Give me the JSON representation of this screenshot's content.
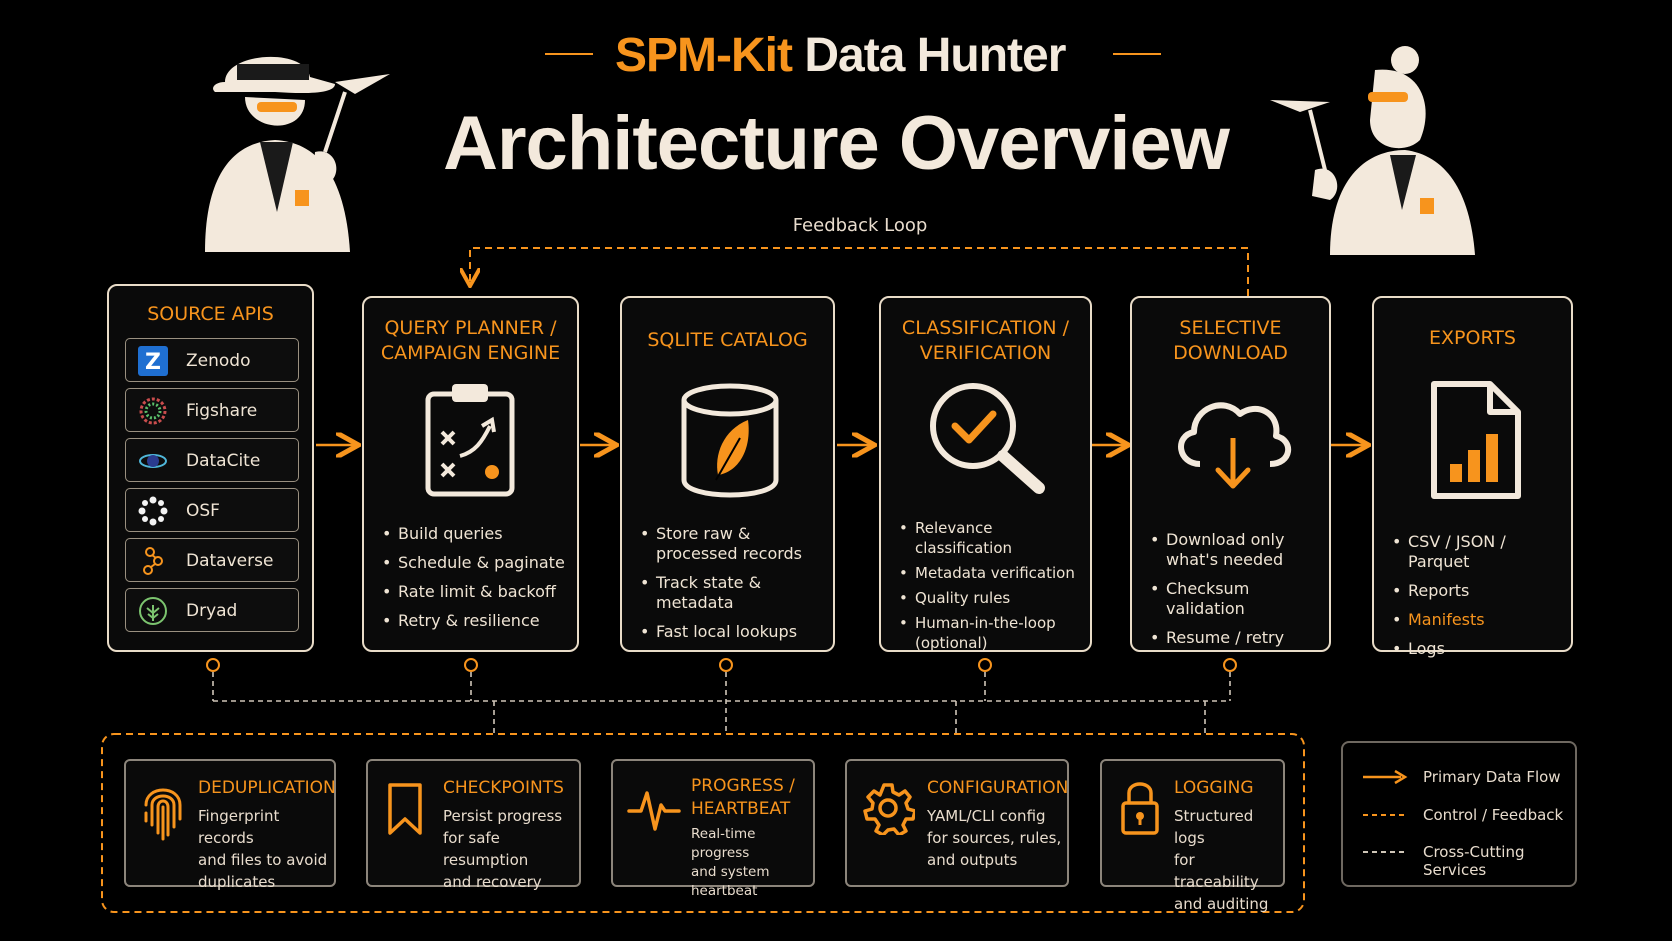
{
  "title": {
    "brand": "SPM-Kit",
    "rest": "Data Hunter",
    "subtitle": "Architecture Overview"
  },
  "feedback_label": "Feedback Loop",
  "source_apis": {
    "title": "SOURCE APIS",
    "items": [
      "Zenodo",
      "Figshare",
      "DataCite",
      "OSF",
      "Dataverse",
      "Dryad"
    ]
  },
  "stages": [
    {
      "title_l1": "QUERY PLANNER /",
      "title_l2": "CAMPAIGN ENGINE",
      "bullets": [
        "Build queries",
        "Schedule & paginate",
        "Rate limit & backoff",
        "Retry & resilience"
      ]
    },
    {
      "title_l1": "SQLITE CATALOG",
      "title_l2": "",
      "bullets": [
        "Store raw & processed records",
        "Track state & metadata",
        "Fast local lookups"
      ]
    },
    {
      "title_l1": "CLASSIFICATION /",
      "title_l2": "VERIFICATION",
      "bullets": [
        "Relevance classification",
        "Metadata verification",
        "Quality rules",
        "Human-in-the-loop (optional)"
      ]
    },
    {
      "title_l1": "SELECTIVE",
      "title_l2": "DOWNLOAD",
      "bullets": [
        "Download only what's needed",
        "Checksum validation",
        "Resume / retry"
      ]
    },
    {
      "title_l1": "EXPORTS",
      "title_l2": "",
      "bullets": [
        "CSV / JSON / Parquet",
        "Reports",
        "Manifests",
        "Logs"
      ]
    }
  ],
  "services": [
    {
      "title_l1": "DEDUPLICATION",
      "title_l2": "",
      "d1": "Fingerprint records",
      "d2": "and files to avoid",
      "d3": "duplicates"
    },
    {
      "title_l1": "CHECKPOINTS",
      "title_l2": "",
      "d1": "Persist progress",
      "d2": "for safe resumption",
      "d3": "and recovery"
    },
    {
      "title_l1": "PROGRESS /",
      "title_l2": "HEARTBEAT",
      "d1": "Real-time progress",
      "d2": "and system",
      "d3": "heartbeat"
    },
    {
      "title_l1": "CONFIGURATION",
      "title_l2": "",
      "d1": "YAML/CLI config",
      "d2": "for sources, rules,",
      "d3": "and outputs"
    },
    {
      "title_l1": "LOGGING",
      "title_l2": "",
      "d1": "Structured logs",
      "d2": "for traceability",
      "d3": "and auditing"
    }
  ],
  "legend": [
    "Primary Data Flow",
    "Control / Feedback",
    "Cross-Cutting Services"
  ],
  "colors": {
    "accent": "#f7941d",
    "cream": "#f3e9dc",
    "background": "#000000"
  }
}
